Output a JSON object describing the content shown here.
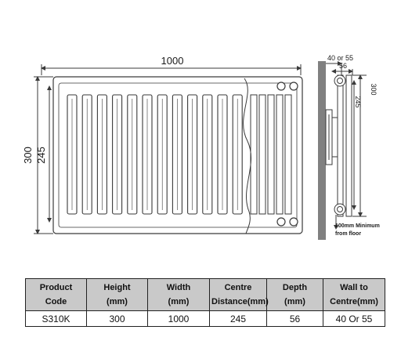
{
  "drawing": {
    "width_label": "1000",
    "height_label": "300",
    "centre_label": "245",
    "side_top_label": "40 or 55",
    "side_depth_label": "56",
    "side_height_label": "300",
    "side_centre_label": "245",
    "floor_note_line1": "100mm Minimum",
    "floor_note_line2": "from floor",
    "colors": {
      "line": "#3a3a3a",
      "wall": "#808080"
    }
  },
  "table": {
    "headers": [
      [
        "Product",
        "Code"
      ],
      [
        "Height",
        "(mm)"
      ],
      [
        "Width",
        "(mm)"
      ],
      [
        "Centre",
        "Distance(mm)"
      ],
      [
        "Depth",
        "(mm)"
      ],
      [
        "Wall to",
        "Centre(mm)"
      ]
    ],
    "rows": [
      [
        "S310K",
        "300",
        "1000",
        "245",
        "56",
        "40 Or 55"
      ]
    ]
  }
}
